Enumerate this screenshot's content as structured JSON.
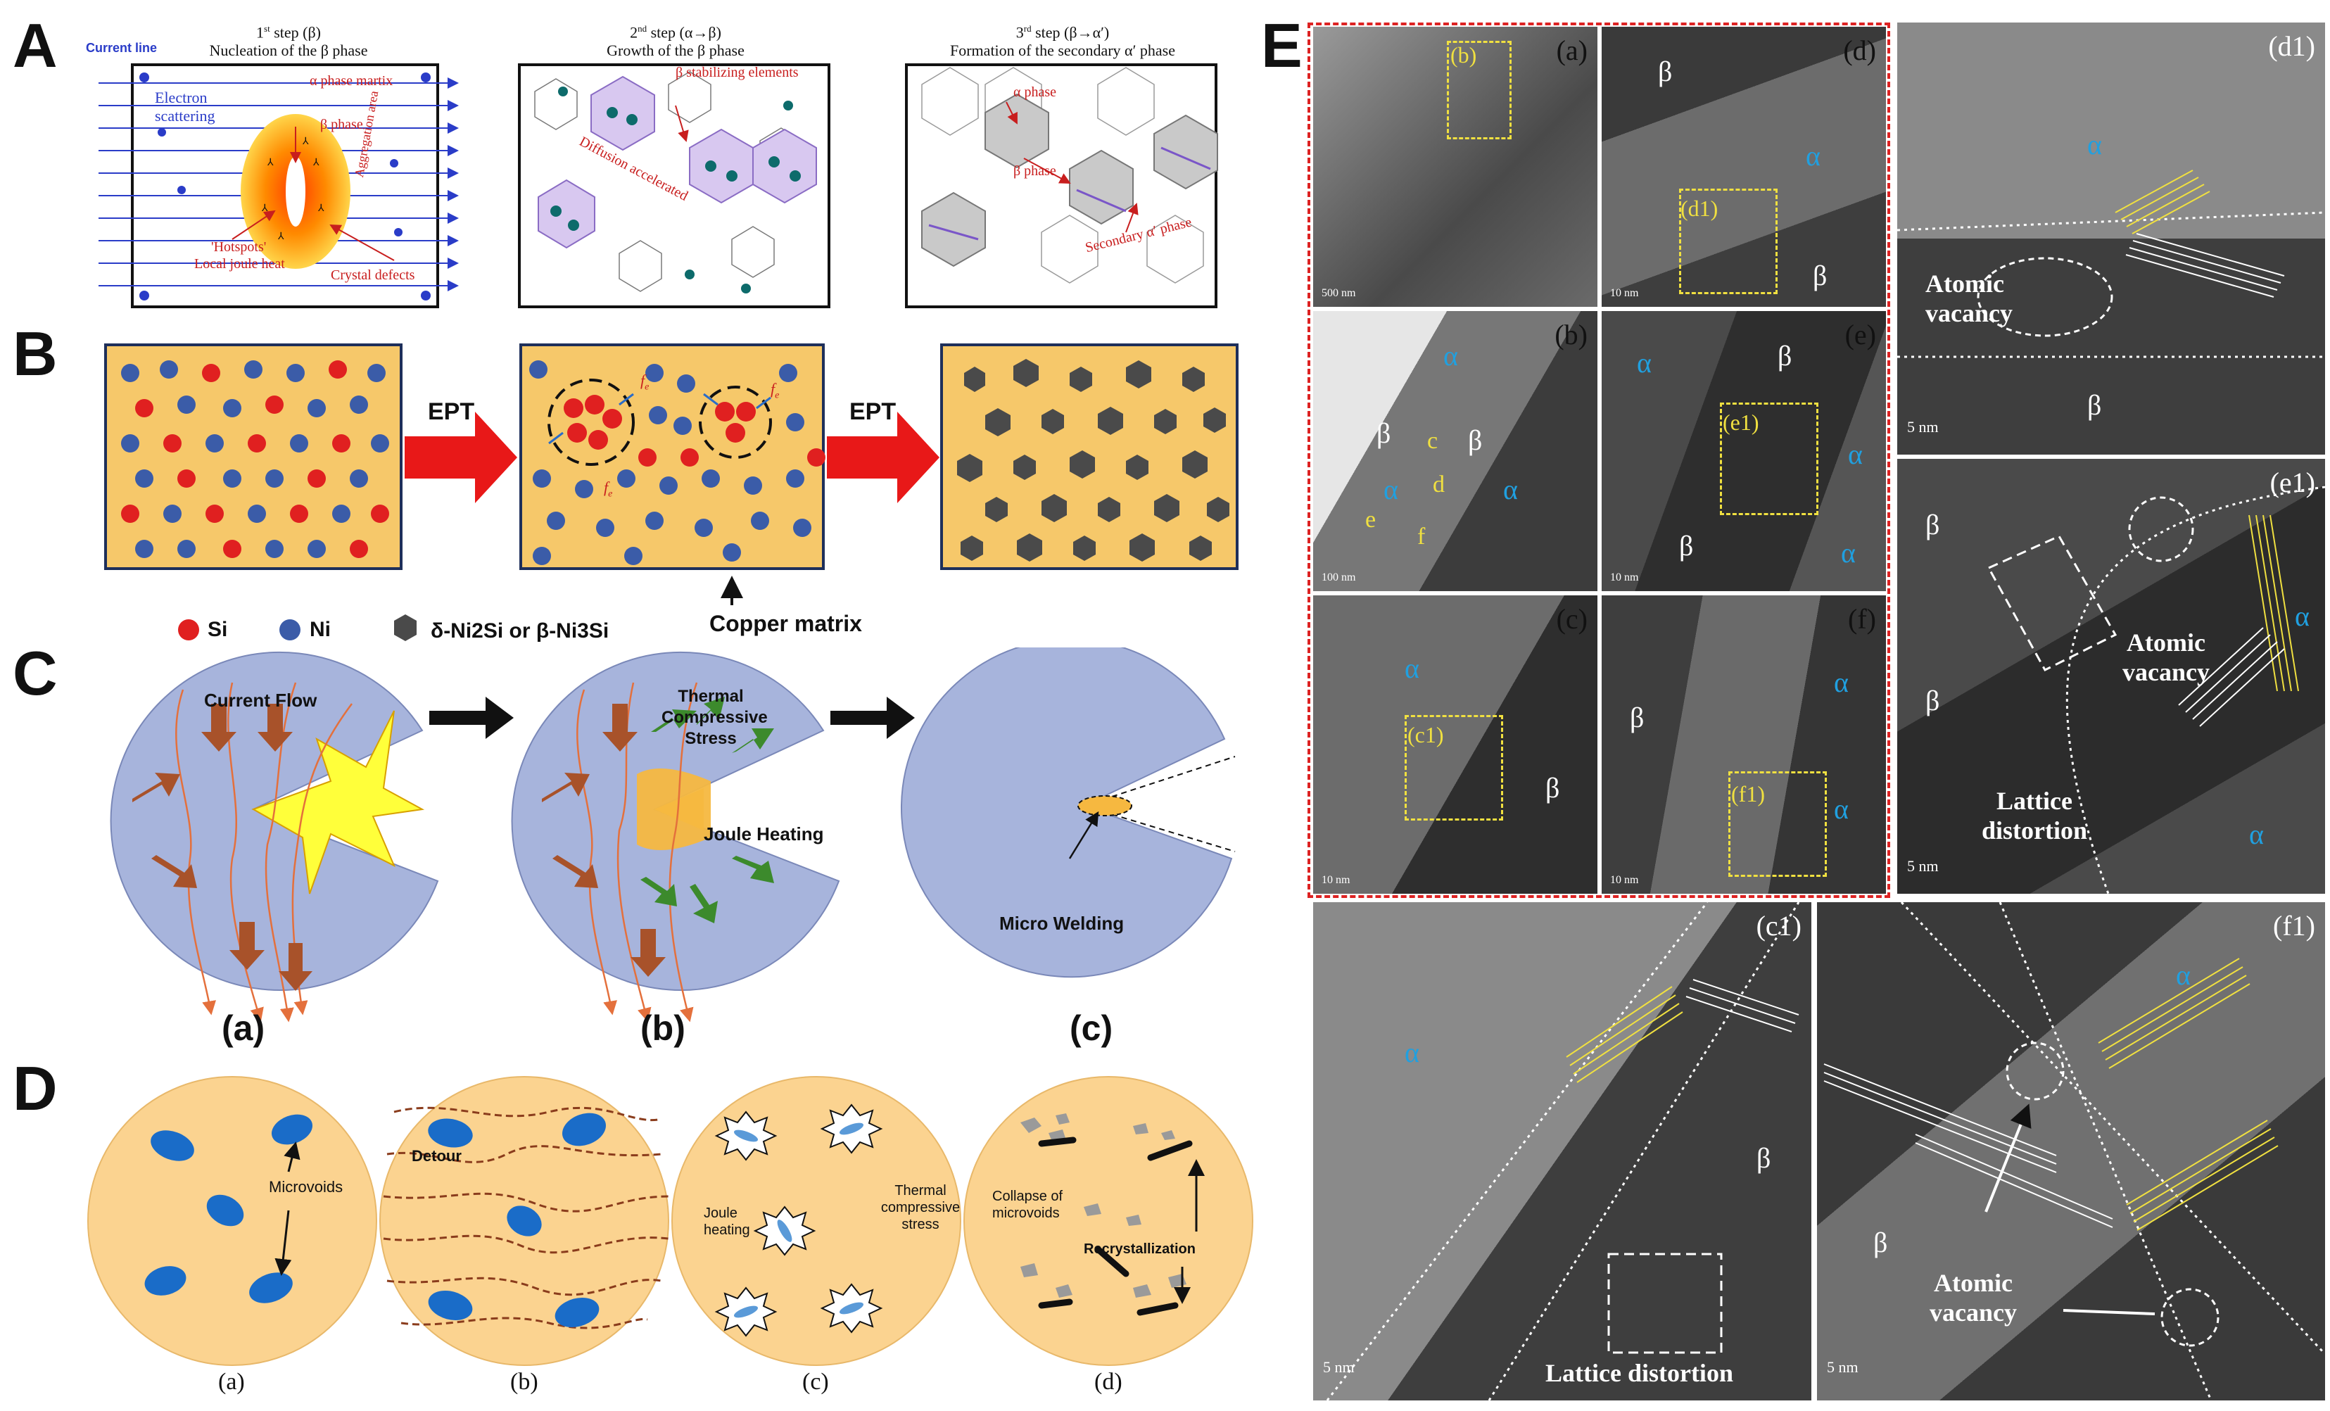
{
  "panels": {
    "A": "A",
    "B": "B",
    "C": "C",
    "D": "D",
    "E": "E"
  },
  "a": {
    "current_line": "Current line",
    "steps": [
      {
        "num": "1",
        "sup": "st",
        "rest": " step (β)",
        "title": "Nucleation of the β phase"
      },
      {
        "num": "2",
        "sup": "nd",
        "rest": " step (α→β)",
        "title": "Growth of the β phase"
      },
      {
        "num": "3",
        "sup": "rd",
        "rest": " step (β→α′)",
        "title": "Formation of the secondary α′ phase"
      }
    ],
    "p1": {
      "electron": "Electron",
      "scattering": "scattering",
      "alpha_matrix": "α phase martix",
      "beta_phase": "β phase",
      "aggregation": "Aggregation",
      "area": "area",
      "hotspots": "'Hotspots'",
      "joule": "Local joule heat",
      "defects": "Crystal defects"
    },
    "p2": {
      "stabilizing": "β stabilizing elements",
      "diffusion": "Diffusion accelerated"
    },
    "p3": {
      "alpha": "α phase",
      "beta": "β phase",
      "secondary": "Secondary α′ phase"
    }
  },
  "b": {
    "ept": "EPT",
    "fe": "f",
    "fe_sub": "e",
    "legend": {
      "si": "Si",
      "ni": "Ni",
      "hex": "δ-Ni2Si  or  β-Ni3Si",
      "matrix": "Copper matrix"
    }
  },
  "c": {
    "current_flow": "Current Flow",
    "thermal1": "Thermal",
    "thermal2": "Compressive",
    "thermal3": "Stress",
    "joule": "Joule Heating",
    "micro": "Micro Welding",
    "labels": [
      "(a)",
      "(b)",
      "(c)"
    ]
  },
  "d": {
    "microvoids": "Microvoids",
    "detour": "Detour",
    "joule1": "Joule",
    "joule2": "heating",
    "thermal1": "Thermal",
    "thermal2": "compressive",
    "thermal3": "stress",
    "collapse1": "Collapse of",
    "collapse2": "microvoids",
    "recryst": "Recrystallization",
    "labels": [
      "(a)",
      "(b)",
      "(c)",
      "(d)"
    ]
  },
  "e": {
    "tiles": {
      "a": {
        "label": "(a)",
        "scale": "500 nm",
        "box": "(b)"
      },
      "b": {
        "label": "(b)",
        "scale": "100 nm",
        "alpha": "α",
        "beta": "β",
        "c": "c",
        "d": "d",
        "e": "e",
        "f": "f"
      },
      "c": {
        "label": "(c)",
        "scale": "10 nm",
        "alpha": "α",
        "beta": "β",
        "box": "(c1)"
      },
      "d": {
        "label": "(d)",
        "scale": "10 nm",
        "alpha": "α",
        "beta": "β",
        "box": "(d1)"
      },
      "e": {
        "label": "(e)",
        "scale": "10 nm",
        "alpha": "α",
        "beta": "β",
        "box": "(e1)"
      },
      "f": {
        "label": "(f)",
        "scale": "10 nm",
        "alpha": "α",
        "beta": "β",
        "box": "(f1)"
      }
    },
    "d1": {
      "label": "(d1)",
      "alpha": "α",
      "beta": "β",
      "vac1": "Atomic",
      "vac2": "vacancy",
      "scale": "5 nm"
    },
    "e1": {
      "label": "(e1)",
      "alpha": "α",
      "beta": "β",
      "vac1": "Atomic",
      "vac2": "vacancy",
      "dist1": "Lattice",
      "dist2": "distortion",
      "scale": "5 nm"
    },
    "c1": {
      "label": "(c1)",
      "alpha": "α",
      "beta": "β",
      "dist": "Lattice distortion",
      "scale": "5 nm"
    },
    "f1": {
      "label": "(f1)",
      "alpha": "α",
      "beta": "β",
      "vac1": "Atomic",
      "vac2": "vacancy",
      "scale": "5 nm"
    }
  }
}
